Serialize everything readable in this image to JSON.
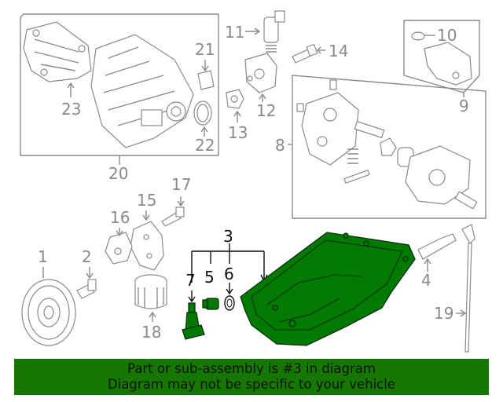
{
  "callouts": {
    "c1": "1",
    "c2": "2",
    "c3": "3",
    "c4": "4",
    "c5": "5",
    "c6": "6",
    "c7": "7",
    "c8": "8",
    "c9": "9",
    "c10": "10",
    "c11": "11",
    "c12": "12",
    "c13": "13",
    "c14": "14",
    "c15": "15",
    "c16": "16",
    "c17": "17",
    "c18": "18",
    "c19": "19",
    "c20": "20",
    "c21": "21",
    "c22": "22",
    "c23": "23"
  },
  "banner": {
    "line1": "Part or sub-assembly is #3 in diagram",
    "line2": "Diagram may not be specific to your vehicle"
  },
  "colors": {
    "highlight": "#007a00",
    "banner_bg": "#167700",
    "callout_gray": "#8a8a8a",
    "callout_active": "#111111"
  }
}
